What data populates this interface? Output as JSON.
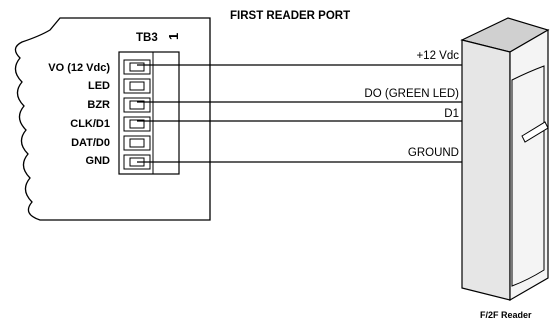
{
  "diagram": {
    "title": "FIRST READER PORT",
    "terminal_block": {
      "name": "TB3",
      "pin_one_marker": "1",
      "pins": [
        "VO (12 Vdc)",
        "LED",
        "BZR",
        "CLK/D1",
        "DAT/D0",
        "GND"
      ]
    },
    "wires": [
      {
        "pin": "VO (12 Vdc)",
        "label": "+12 Vdc"
      },
      {
        "pin": "BZR",
        "label": "DO (GREEN LED)"
      },
      {
        "pin": "CLK/D1",
        "label": "D1"
      },
      {
        "pin": "GND",
        "label": "GROUND"
      }
    ],
    "reader_label": "F/2F Reader"
  }
}
